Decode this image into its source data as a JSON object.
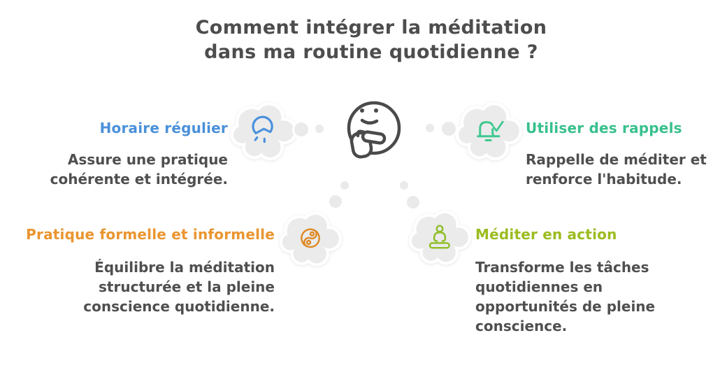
{
  "title": {
    "line1": "Comment intégrer la méditation",
    "line2": "dans ma routine quotidienne ?"
  },
  "center": {
    "icon": "thinking-face-icon"
  },
  "sections": [
    {
      "id": "horaire-regulier",
      "heading": "Horaire régulier",
      "heading_color": "#4a90d9",
      "icon": "clock-icon",
      "body_lines": [
        "Assure une pratique",
        "cohérente et intégrée."
      ]
    },
    {
      "id": "utiliser-des-rappels",
      "heading": "Utiliser des rappels",
      "heading_color": "#38c08d",
      "icon": "bell-check-icon",
      "body_lines": [
        "Rappelle de méditer et",
        "renforce l'habitude."
      ]
    },
    {
      "id": "pratique-formelle-et-informelle",
      "heading": "Pratique formelle et informelle",
      "heading_color": "#ea9530",
      "icon": "yin-yang-icon",
      "body_lines": [
        "Équilibre la méditation",
        "structurée et la pleine",
        "conscience quotidienne."
      ]
    },
    {
      "id": "mediter-en-action",
      "heading": "Méditer en action",
      "heading_color": "#9cbc20",
      "icon": "meditation-pose-icon",
      "body_lines": [
        "Transforme les tâches",
        "quotidiennes en",
        "opportunités de pleine",
        "conscience."
      ]
    }
  ],
  "colors": {
    "title_text": "#4d4d4d",
    "body_text": "#4f4f4f",
    "bubble_fill": "#ebebeb",
    "face_stroke": "#4a4a4a"
  }
}
